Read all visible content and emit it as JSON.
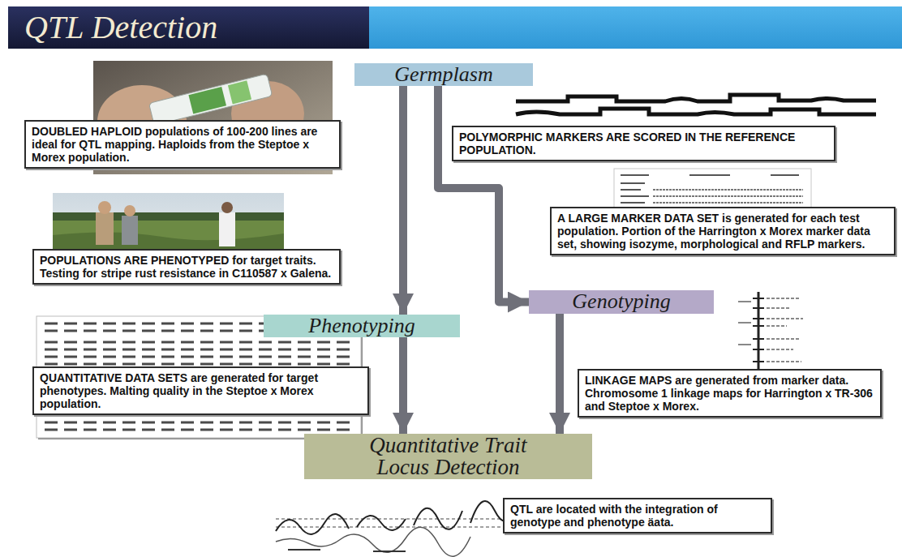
{
  "diagram": {
    "title": "QTL Detection",
    "nodes": [
      {
        "text": [
          "Germplasm"
        ]
      },
      {
        "text": [
          "DOUBLED HAPLOID populations of 100-200 lines are ideal for QTL mapping. Haploids from the Steptoe x Morex population."
        ]
      },
      {
        "text": [
          "POLYMORPHIC MARKERS ARE SCORED IN THE REFERENCE POPULATION."
        ]
      },
      {
        "text": [
          "A LARGE MARKER DATA SET is generated for each test population. Portion of the Harrington x Morex marker data set, showing isozyme, morphological and RFLP markers."
        ]
      },
      {
        "text": [
          "POPULATIONS ARE PHENOTYPED for target traits. Testing for stripe rust resistance in C110587 x Galena."
        ]
      },
      {
        "text": [
          "Genotyping"
        ]
      },
      {
        "text": [
          "Phenotyping"
        ]
      },
      {
        "text": [
          "QUANTITATIVE DATA SETS are generated for target phenotypes. Malting quality in the Steptoe x Morex population."
        ]
      },
      {
        "text": [
          "LINKAGE MAPS are generated from marker data. Chromosome 1 linkage maps for Harrington x TR-306 and Steptoe x Morex."
        ]
      },
      {
        "text": [
          "Quantitative Trait Locus Detection"
        ]
      },
      {
        "text": [
          "QTL are located with the integration of genotype and phenotype äata."
        ]
      }
    ],
    "edges": [
      {
        "from": 0,
        "to": 6,
        "arrow": "to"
      },
      {
        "from": 0,
        "to": 5,
        "arrow": "to"
      },
      {
        "from": 6,
        "to": 9,
        "arrow": "to"
      },
      {
        "from": 5,
        "to": 9,
        "arrow": "to"
      }
    ]
  }
}
